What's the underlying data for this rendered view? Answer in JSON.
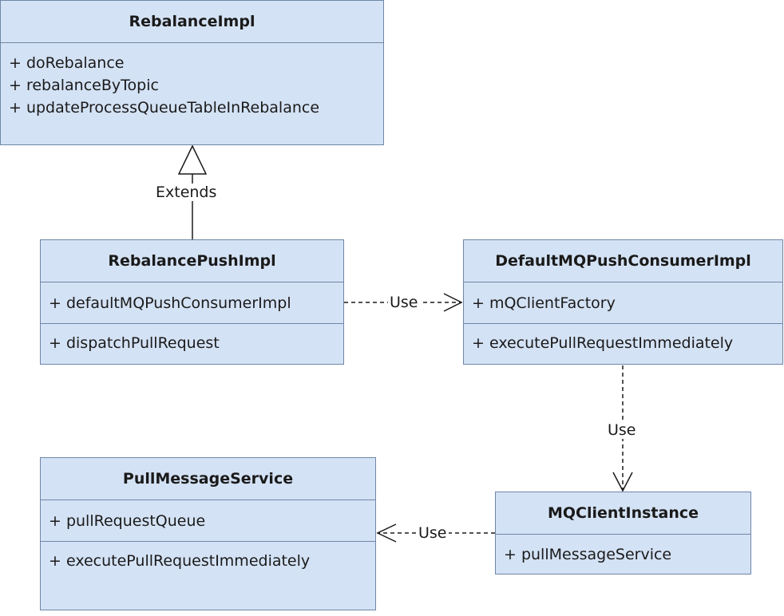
{
  "classes": {
    "rebalance_impl": {
      "name": "RebalanceImpl",
      "members": [
        "+ doRebalance",
        "+ rebalanceByTopic",
        "+ updateProcessQueueTableInRebalance"
      ]
    },
    "rebalance_push_impl": {
      "name": "RebalancePushImpl",
      "attributes": [
        "+ defaultMQPushConsumerImpl"
      ],
      "operations": [
        "+ dispatchPullRequest"
      ]
    },
    "default_mq_push_consumer_impl": {
      "name": "DefaultMQPushConsumerImpl",
      "attributes": [
        "+ mQClientFactory"
      ],
      "operations": [
        "+ executePullRequestImmediately"
      ]
    },
    "pull_message_service": {
      "name": "PullMessageService",
      "attributes": [
        "+ pullRequestQueue"
      ],
      "operations": [
        "+ executePullRequestImmediately"
      ]
    },
    "mq_client_instance": {
      "name": "MQClientInstance",
      "attributes": [
        "+ pullMessageService"
      ]
    }
  },
  "relations": {
    "extends_label": "Extends",
    "use_push_to_consumer": "Use",
    "use_consumer_to_client": "Use",
    "use_client_to_service": "Use"
  },
  "colors": {
    "box_fill": "#d4e2f5",
    "box_border": "#6f86a8",
    "line": "#1a1a1a"
  }
}
